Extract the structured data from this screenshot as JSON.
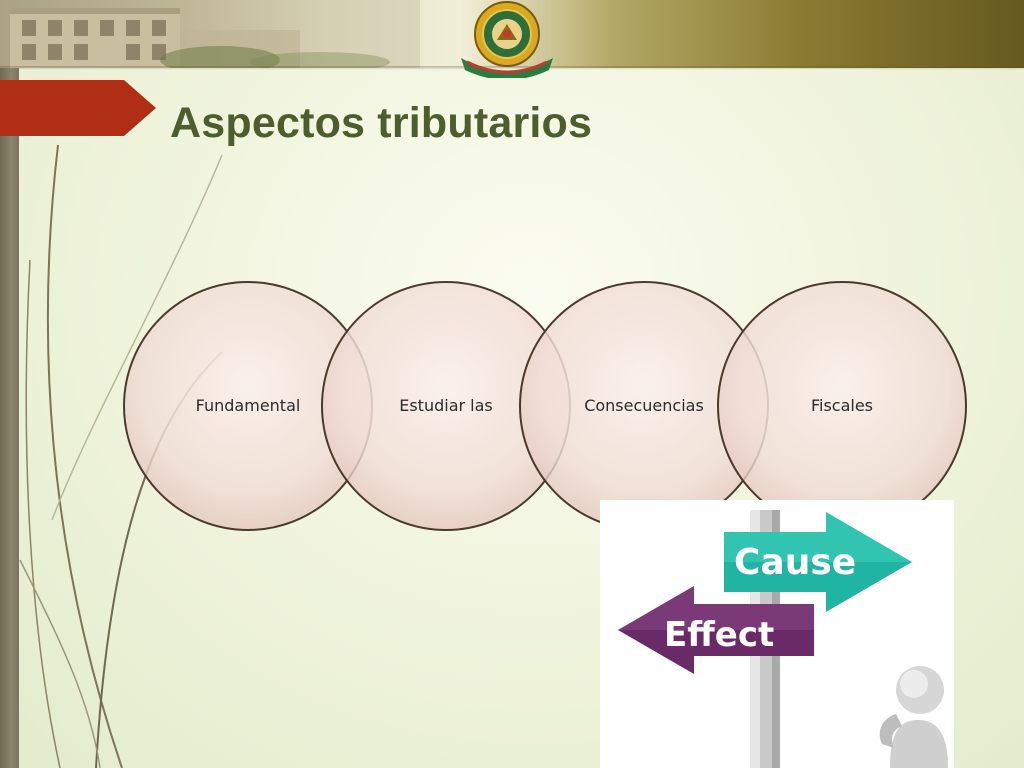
{
  "slide": {
    "title": "Aspectos tributarios"
  },
  "circles": [
    {
      "label": "Fundamental"
    },
    {
      "label": "Estudiar las"
    },
    {
      "label": "Consecuencias"
    },
    {
      "label": "Fiscales"
    }
  ],
  "image": {
    "cause_label": "Cause",
    "effect_label": "Effect"
  },
  "colors": {
    "title": "#4d5e2c",
    "accent_tab": "#b02e16",
    "cause_sign": "#1fb5a2",
    "effect_sign": "#6a2a68",
    "circle_stroke": "#4a3a2c"
  },
  "icons": {
    "seal": "seal-icon",
    "tab": "red-tab-arrow"
  }
}
